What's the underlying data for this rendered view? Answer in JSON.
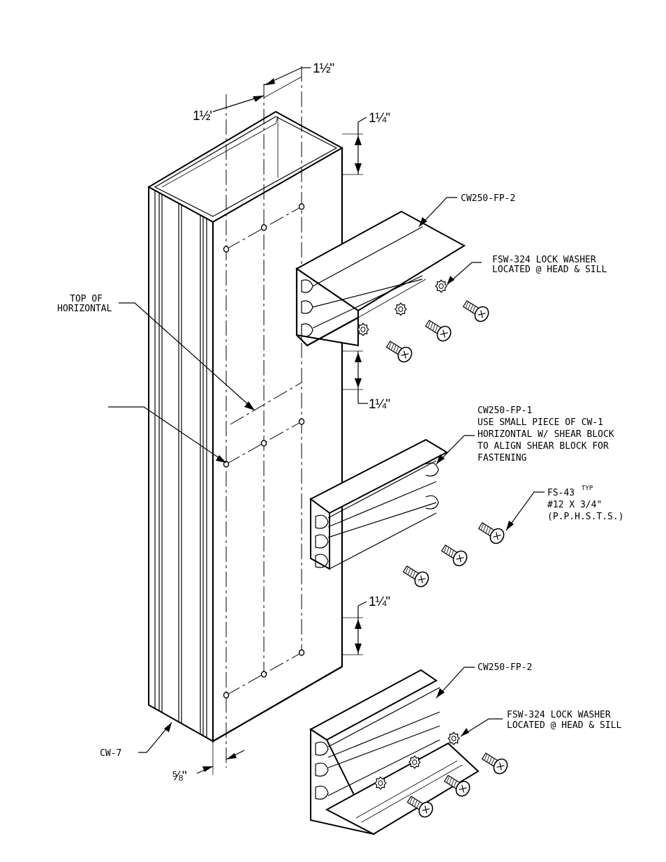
{
  "labels": {
    "top_of_horizontal_1": "TOP OF",
    "top_of_horizontal_2": "HORIZONTAL",
    "cw250_fp2_top": "CW250-FP-2",
    "lock_washer_top_1": "FSW-324 LOCK WASHER",
    "lock_washer_top_2": "LOCATED @ HEAD & SILL",
    "cw250_fp1_1": "CW250-FP-1",
    "cw250_fp1_2": "USE SMALL PIECE OF CW-1",
    "cw250_fp1_3": "HORIZONTAL W/ SHEAR BLOCK",
    "cw250_fp1_4": "TO ALIGN SHEAR BLOCK FOR",
    "cw250_fp1_5": "FASTENING",
    "fs43": "FS-43",
    "fs43_typ": "TYP",
    "screw_size": "#12 X 3/4\"",
    "screw_type": "(P.P.H.S.T.S.)",
    "cw250_fp2_bottom": "CW250-FP-2",
    "lock_washer_bottom_1": "FSW-324 LOCK WASHER",
    "lock_washer_bottom_2": "LOCATED @ HEAD & SILL",
    "cw7": "CW-7"
  },
  "dimensions": {
    "top_right": "1½\"",
    "top_left": "1½'",
    "upper_right": "1¼\"",
    "middle_right": "1¼\"",
    "lower_right": "1¼\"",
    "bottom_left": "⅝\""
  },
  "colors": {
    "ink": "#000000",
    "paper": "#ffffff"
  }
}
